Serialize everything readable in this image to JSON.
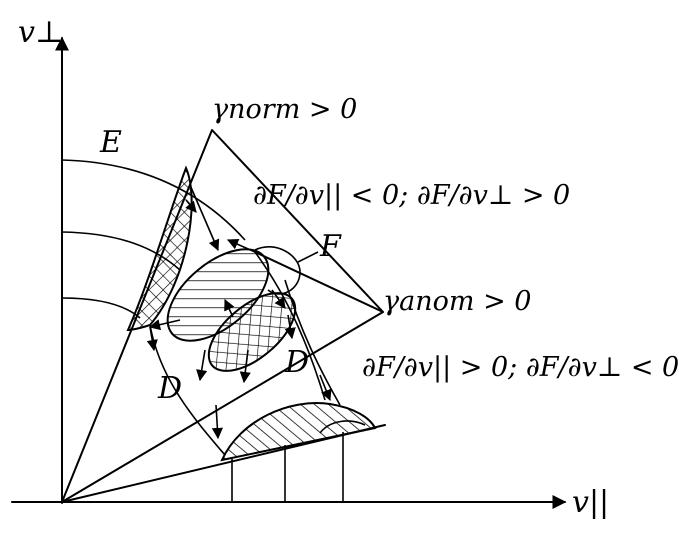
{
  "labels": {
    "y_axis": "v⊥",
    "x_axis": "v||",
    "region_E": "E",
    "region_F": "F",
    "region_D_left": "D",
    "region_D_right": "D",
    "gamma_norm": "γnorm > 0",
    "gamma_anom": "γanom > 0",
    "cond_upper": "∂F/∂v|| < 0; ∂F/∂v⊥ > 0",
    "cond_lower": "∂F/∂v|| > 0; ∂F/∂v⊥ < 0"
  },
  "colors": {
    "ink": "#000000",
    "background": "#ffffff"
  }
}
